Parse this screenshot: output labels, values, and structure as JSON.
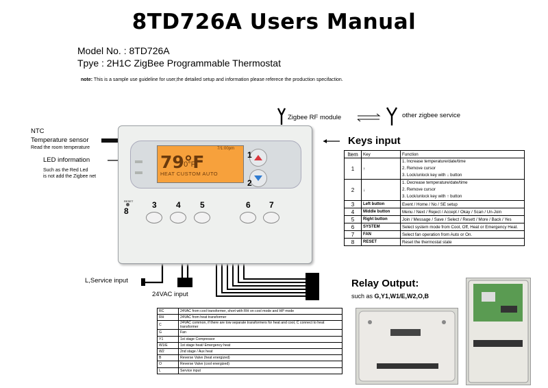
{
  "title": "8TD726A Users Manual",
  "model_label": "Model No. :  8TD726A",
  "type_label": "Tpye : 2H1C ZigBee",
  "type_desc": "Programmable Thermostat",
  "note_bold": "note:",
  "note_text": " This is a sample use guideline for user,the detailed setup and information please referece the production specifaction.",
  "labels": {
    "ntc1": "NTC",
    "ntc2": "Temperature sensor",
    "ntc3": "Read the room temperature",
    "led1": "LED information",
    "led2": "Such as the Red Led",
    "led3": "is not add the Zigbee net",
    "zigbee_rf": "Zigbee RF module",
    "other_zigbee": "other zigbee service",
    "keys_input": "Keys input",
    "service_input": "L,Service input",
    "vac": "24VAC input",
    "relay_output": "Relay Output:",
    "relay_sub": "such as",
    "relay_terms": "G,Y1,W1/E,W2,O,B"
  },
  "thermostat": {
    "temp": "79°F",
    "set": "70°F",
    "mode": "HEAT  CUSTOM  AUTO",
    "time": "7/1:00pm",
    "reset": "RESET",
    "btn_numbers": [
      "1",
      "2",
      "3",
      "4",
      "5",
      "6",
      "7",
      "8"
    ]
  },
  "keys_table": {
    "headers": [
      "Item",
      "Key",
      "Function"
    ],
    "rows": [
      {
        "item": "1",
        "key": "↑",
        "fn": [
          "1. Increase temperature/date/time",
          "2. Remove cursor",
          "3. Lock/unlock key with ↓ button"
        ]
      },
      {
        "item": "2",
        "key": "↓",
        "fn": [
          "1. Decrease temperature/date/time",
          "2. Remove cursor",
          "3. Lock/unlock key with ↑ button"
        ]
      },
      {
        "item": "3",
        "key": "Left button",
        "fn": [
          "Event / Home / No / SE setup"
        ]
      },
      {
        "item": "4",
        "key": "Middle button",
        "fn": [
          "Menu / Next / Reject / Accept / Okay / Scan / Un-Join"
        ]
      },
      {
        "item": "5",
        "key": "Right button",
        "fn": [
          "Join / Message / Save / Select / Resett / More / Back / Yes"
        ]
      },
      {
        "item": "6",
        "key": "SYSTEM",
        "fn": [
          "Select system mode from Cool, Off, Heat or Emergency Heat."
        ]
      },
      {
        "item": "7",
        "key": "FAN",
        "fn": [
          "Select fan operation from Auto or On."
        ]
      },
      {
        "item": "8",
        "key": "RESET",
        "fn": [
          "Reset the thermostat state"
        ]
      }
    ]
  },
  "terminal_table": [
    {
      "t": "RC",
      "d": "24VAC from cool transformer, short with RH on cool mode and HP mode"
    },
    {
      "t": "RH",
      "d": "24VAC from heat transformer"
    },
    {
      "t": "C",
      "d": "24VAC common, if there are tow separate transformers for heat and cool, C connect to heat transformer"
    },
    {
      "t": "G",
      "d": "Fan"
    },
    {
      "t": "Y1",
      "d": "1st stage Compressor"
    },
    {
      "t": "W1/E",
      "d": "1st stage heat/ Emergency heat"
    },
    {
      "t": "W2",
      "d": "2nd stage / Aux heat"
    },
    {
      "t": "B",
      "d": "Reverse Valve (heat energized)"
    },
    {
      "t": "O",
      "d": "Reverse Valve (cool energized)"
    },
    {
      "t": "L",
      "d": "Service input"
    }
  ],
  "colors": {
    "lcd": "#f7a13c",
    "up_arrow": "#d9363e",
    "down_arrow": "#2f7bd0"
  }
}
